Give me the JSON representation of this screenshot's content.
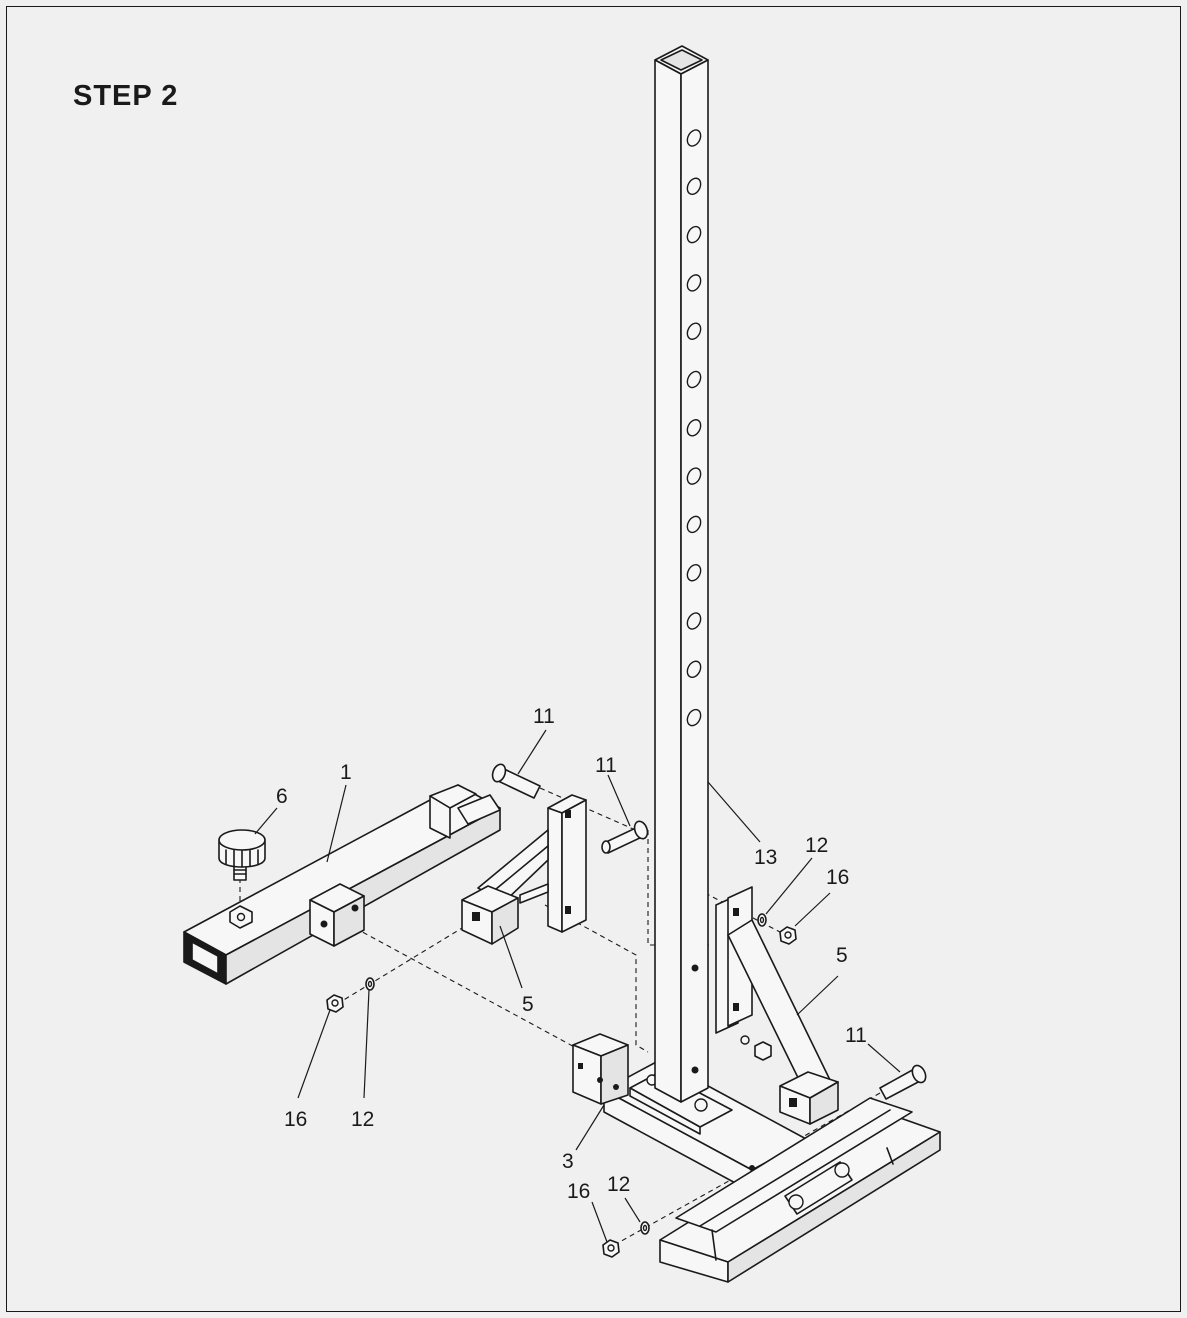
{
  "title": "STEP 2",
  "callouts": [
    {
      "id": "c1",
      "text": "1"
    },
    {
      "id": "c6",
      "text": "6"
    },
    {
      "id": "c11a",
      "text": "11"
    },
    {
      "id": "c11b",
      "text": "11"
    },
    {
      "id": "c13",
      "text": "13"
    },
    {
      "id": "c12a",
      "text": "12"
    },
    {
      "id": "c16a",
      "text": "16"
    },
    {
      "id": "c5a",
      "text": "5"
    },
    {
      "id": "c5b",
      "text": "5"
    },
    {
      "id": "c11c",
      "text": "11"
    },
    {
      "id": "c16b",
      "text": "16"
    },
    {
      "id": "c12b",
      "text": "12"
    },
    {
      "id": "c3",
      "text": "3"
    },
    {
      "id": "c16c",
      "text": "16"
    },
    {
      "id": "c12c",
      "text": "12"
    }
  ]
}
